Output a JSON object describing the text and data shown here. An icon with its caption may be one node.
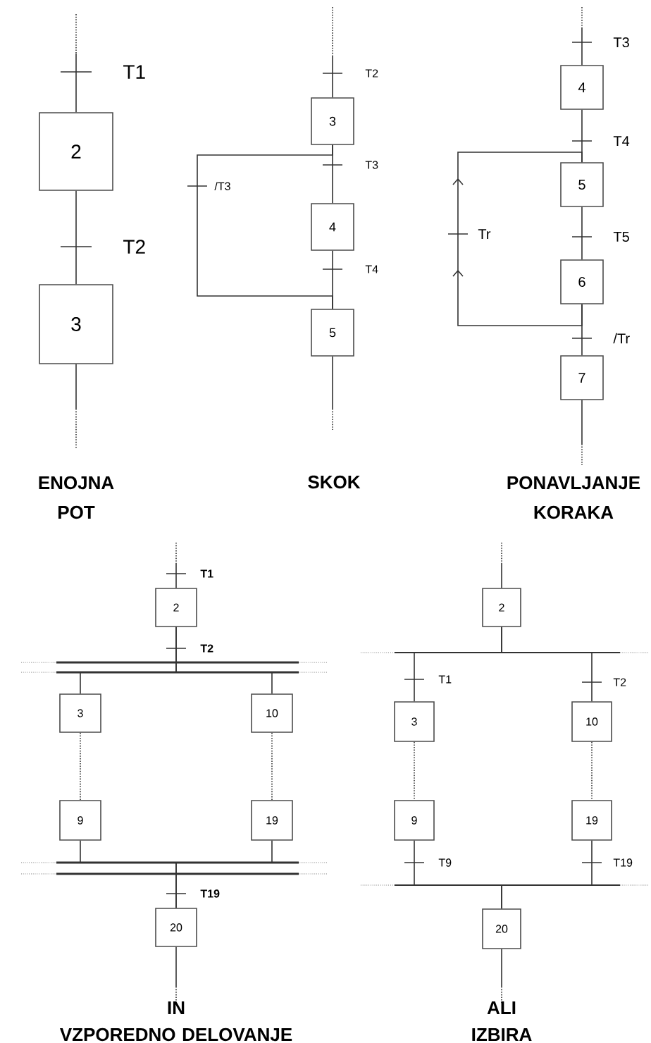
{
  "diagram": {
    "nodes": [
      {
        "text": [
          "2"
        ]
      },
      {
        "text": [
          "3"
        ]
      },
      {
        "text": [
          "3"
        ]
      },
      {
        "text": [
          "4"
        ]
      },
      {
        "text": [
          "5"
        ]
      },
      {
        "text": [
          "4"
        ]
      },
      {
        "text": [
          "5"
        ]
      },
      {
        "text": [
          "6"
        ]
      },
      {
        "text": [
          "7"
        ]
      },
      {
        "text": [
          "2"
        ]
      },
      {
        "text": [
          "3"
        ]
      },
      {
        "text": [
          "10"
        ]
      },
      {
        "text": [
          "9"
        ]
      },
      {
        "text": [
          "19"
        ]
      },
      {
        "text": [
          "20"
        ]
      },
      {
        "text": [
          "2"
        ]
      },
      {
        "text": [
          "3"
        ]
      },
      {
        "text": [
          "10"
        ]
      },
      {
        "text": [
          "9"
        ]
      },
      {
        "text": [
          "19"
        ]
      },
      {
        "text": [
          "20"
        ]
      }
    ],
    "edges": [
      {
        "from": null,
        "to": 0,
        "arrow": "none",
        "label": "T1"
      },
      {
        "from": 0,
        "to": 1,
        "arrow": "none",
        "label": "T2"
      },
      {
        "from": 1,
        "to": null,
        "arrow": "none"
      },
      {
        "from": null,
        "to": 2,
        "arrow": "none",
        "label": "T2"
      },
      {
        "from": 2,
        "to": 3,
        "arrow": "none",
        "label": "T3"
      },
      {
        "from": 3,
        "to": 4,
        "arrow": "none",
        "label": "T4"
      },
      {
        "from": 2,
        "to": 4,
        "arrow": "none",
        "label": "/T3"
      },
      {
        "from": 4,
        "to": null,
        "arrow": "none"
      },
      {
        "from": null,
        "to": 5,
        "arrow": "none",
        "label": "T3"
      },
      {
        "from": 5,
        "to": 6,
        "arrow": "none",
        "label": "T4"
      },
      {
        "from": 6,
        "to": 7,
        "arrow": "none",
        "label": "T5"
      },
      {
        "from": 7,
        "to": 8,
        "arrow": "none",
        "label": "/Tr"
      },
      {
        "from": 7,
        "to": 6,
        "arrow": "to",
        "label": "Tr"
      },
      {
        "from": 8,
        "to": null,
        "arrow": "none"
      },
      {
        "from": null,
        "to": 9,
        "arrow": "none",
        "label": "T1"
      },
      {
        "from": 9,
        "to": 10,
        "arrow": "none",
        "label": "T2"
      },
      {
        "from": 9,
        "to": 11,
        "arrow": "none"
      },
      {
        "from": 10,
        "to": 12,
        "arrow": "none",
        "style": "dashed"
      },
      {
        "from": 11,
        "to": 13,
        "arrow": "none",
        "style": "dashed"
      },
      {
        "from": 12,
        "to": 14,
        "arrow": "none",
        "label": "T19"
      },
      {
        "from": 13,
        "to": 14,
        "arrow": "none"
      },
      {
        "from": 14,
        "to": null,
        "arrow": "none"
      },
      {
        "from": null,
        "to": 15,
        "arrow": "none"
      },
      {
        "from": 15,
        "to": 16,
        "arrow": "none",
        "label": "T1"
      },
      {
        "from": 15,
        "to": 17,
        "arrow": "none",
        "label": "T2"
      },
      {
        "from": 16,
        "to": 18,
        "arrow": "none",
        "style": "dashed"
      },
      {
        "from": 17,
        "to": 19,
        "arrow": "none",
        "style": "dashed"
      },
      {
        "from": 18,
        "to": 20,
        "arrow": "none",
        "label": "T9"
      },
      {
        "from": 19,
        "to": 20,
        "arrow": "none",
        "label": "T19"
      },
      {
        "from": 20,
        "to": null,
        "arrow": "none"
      }
    ],
    "labels": [
      "ENOJNA POT",
      "SKOK",
      "PONAVLJANJE KORAKA",
      "IN",
      "VZPOREDNO DELOVANJE",
      "ALI",
      "IZBIRA"
    ]
  }
}
